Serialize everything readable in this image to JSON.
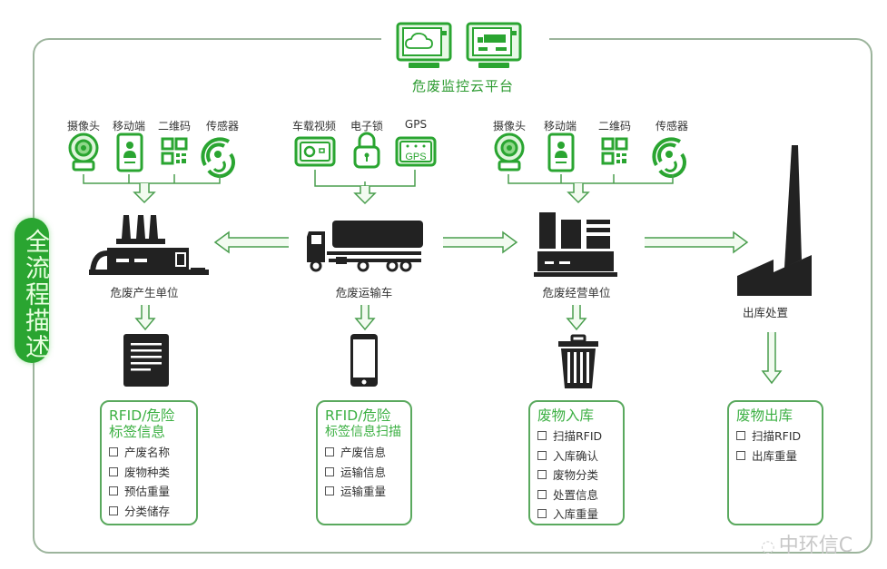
{
  "diagram": {
    "platform": {
      "title": "危废监控云平台",
      "icons": [
        "cloud-monitor-icon",
        "truck-monitor-icon"
      ]
    },
    "side_label": "全流程描述",
    "stages": [
      {
        "id": "generator",
        "name": "危废产生单位",
        "icon": "factory-icon",
        "devices": [
          "摄像头",
          "移动端",
          "二维码",
          "传感器"
        ],
        "doc_icon": "document-icon",
        "card": {
          "title_lines": [
            "RFID/危险",
            "标签信息"
          ],
          "items": [
            "产废名称",
            "废物种类",
            "预估重量",
            "分类储存"
          ]
        }
      },
      {
        "id": "transport",
        "name": "危废运输车",
        "icon": "truck-icon",
        "devices": [
          "车载视频",
          "电子锁",
          "GPS"
        ],
        "doc_icon": "smartphone-icon",
        "card": {
          "title_lines": [
            "RFID/危险",
            "标签信息扫描"
          ],
          "items": [
            "产废信息",
            "运输信息",
            "运输重量"
          ]
        }
      },
      {
        "id": "operator",
        "name": "危废经营单位",
        "icon": "warehouse-icon",
        "devices": [
          "摄像头",
          "移动端",
          "二维码",
          "传感器"
        ],
        "doc_icon": "trash-bin-icon",
        "card": {
          "title_lines": [
            "废物入库"
          ],
          "items": [
            "扫描RFID",
            "入库确认",
            "废物分类",
            "处置信息",
            "入库重量"
          ]
        }
      },
      {
        "id": "disposal",
        "name": "出库处置",
        "icon": "chimney-plant-icon",
        "card": {
          "title_lines": [
            "废物出库"
          ],
          "items": [
            "扫描RFID",
            "出库重量"
          ]
        }
      }
    ],
    "device_icons": {
      "摄像头": "webcam-icon",
      "移动端": "mobile-user-icon",
      "二维码": "qr-code-icon",
      "传感器": "sensor-signal-icon",
      "车载视频": "dashcam-icon",
      "电子锁": "padlock-icon",
      "GPS": "gps-icon"
    },
    "gps_text": "GPS",
    "watermark": "中环信C"
  },
  "colors": {
    "accent_green": "#2aa531",
    "title_green": "#3cb043",
    "frame_grey": "#9cb49c",
    "icon_dark": "#222222"
  }
}
